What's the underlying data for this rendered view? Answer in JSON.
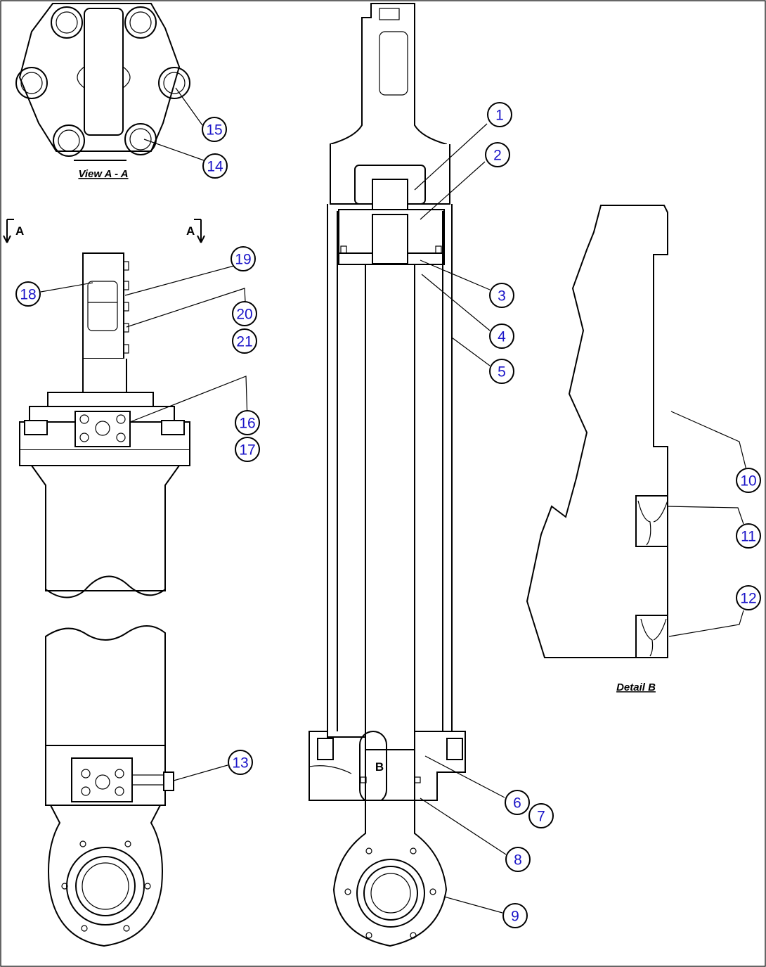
{
  "captions": {
    "view_a": "View A - A",
    "detail_b": "Detail B",
    "section_left": "A",
    "section_right": "A",
    "detail_marker": "B"
  },
  "callouts": [
    "1",
    "2",
    "3",
    "4",
    "5",
    "6",
    "7",
    "8",
    "9",
    "10",
    "11",
    "12",
    "13",
    "14",
    "15",
    "16",
    "17",
    "18",
    "19",
    "20",
    "21"
  ],
  "colors": {
    "callout_text": "#1a14c8",
    "line": "#000000"
  }
}
